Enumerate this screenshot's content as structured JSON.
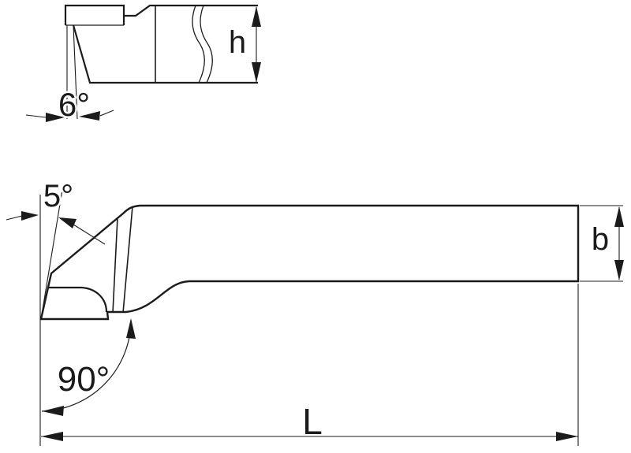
{
  "drawing": {
    "background_color": "#ffffff",
    "line_color": "#1b1b1b",
    "side_view": {
      "height_label": "h",
      "clearance_angle_label": "6°"
    },
    "plan_view": {
      "clearance_angle_label": "5°",
      "corner_angle_label": "90°",
      "width_label": "b",
      "length_label": "L"
    }
  }
}
